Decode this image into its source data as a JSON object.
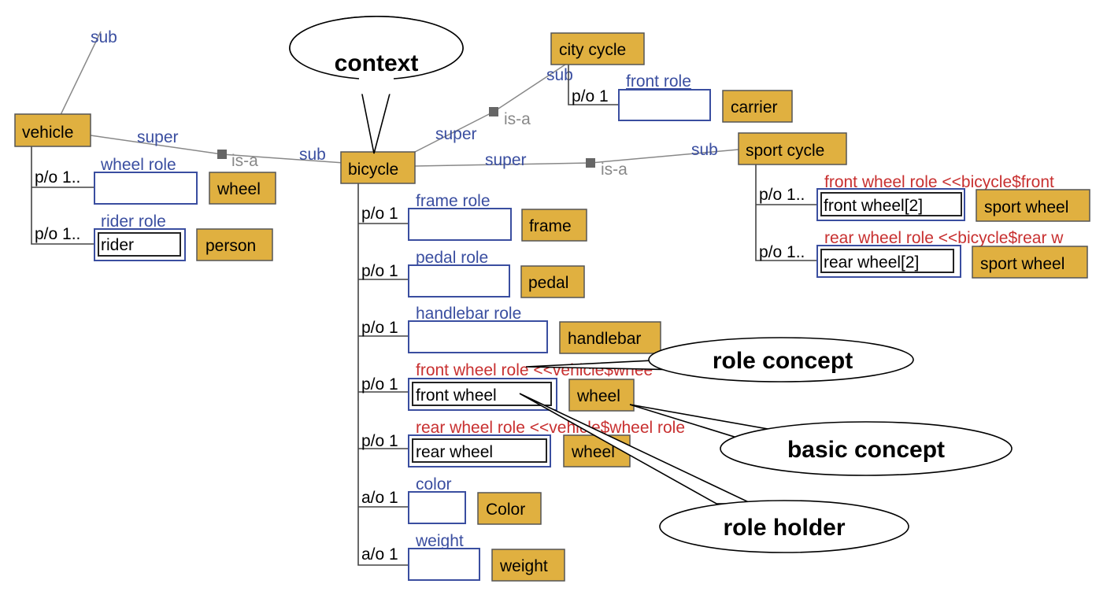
{
  "concepts": {
    "vehicle": "vehicle",
    "bicycle": "bicycle",
    "city_cycle": "city cycle",
    "sport_cycle": "sport cycle",
    "carrier": "carrier",
    "wheel_v": "wheel",
    "person": "person",
    "frame": "frame",
    "pedal": "pedal",
    "handlebar": "handlebar",
    "wheel_front": "wheel",
    "wheel_rear": "wheel",
    "color": "Color",
    "weight": "weight",
    "sport_wheel_front": "sport wheel",
    "sport_wheel_rear": "sport wheel"
  },
  "roles": {
    "wheel_role": "wheel role",
    "rider_role": "rider role",
    "front_role": "front role",
    "frame_role": "frame role",
    "pedal_role": "pedal role",
    "handlebar_role": "handlebar role",
    "front_wheel_role": "front wheel role <<vehicle$whee",
    "rear_wheel_role": "rear wheel role <<vehicle$wheel role",
    "color_role": "color",
    "weight_role": "weight",
    "sport_front_wheel_role": "front wheel role <<bicycle$front",
    "sport_rear_wheel_role": "rear wheel role <<bicycle$rear w"
  },
  "holders": {
    "rider": "rider",
    "front_wheel": "front wheel",
    "rear_wheel": "rear wheel",
    "front_wheel_2": "front wheel[2]",
    "rear_wheel_2": "rear wheel[2]"
  },
  "cardinalities": {
    "v_wheel": "p/o 1..",
    "v_rider": "p/o 1..",
    "city_front": "p/o 1",
    "b_frame": "p/o 1",
    "b_pedal": "p/o 1",
    "b_handlebar": "p/o 1",
    "b_front_wheel": "p/o 1",
    "b_rear_wheel": "p/o 1",
    "b_color": "a/o 1",
    "b_weight": "a/o 1",
    "s_front": "p/o 1..",
    "s_rear": "p/o 1.."
  },
  "links": {
    "sub_top": "sub",
    "super_vehicle": "super",
    "isa_1": "is-a",
    "sub_bicycle": "sub",
    "super_city": "super",
    "isa_2": "is-a",
    "sub_city": "sub",
    "super_sport": "super",
    "isa_3": "is-a",
    "sub_sport": "sub"
  },
  "callouts": {
    "context": "context",
    "role_concept": "role concept",
    "basic_concept": "basic concept",
    "role_holder": "role holder"
  },
  "colors": {
    "concept_fill": "#e0b040",
    "role_blue": "#3a4ea0",
    "role_red": "#c83030",
    "link_gray": "#888888"
  }
}
